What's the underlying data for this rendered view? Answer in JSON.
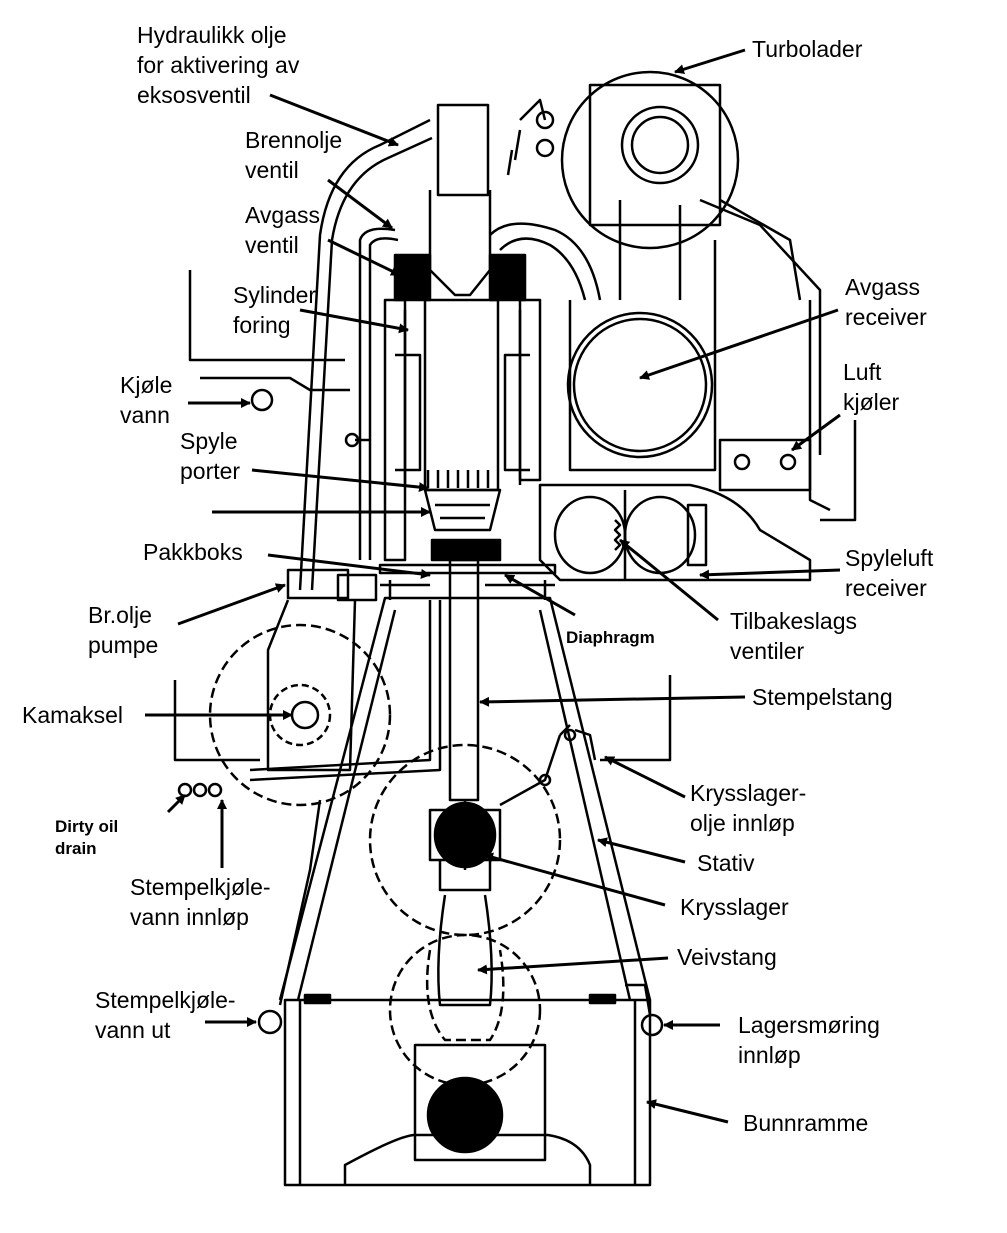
{
  "labels": {
    "hydraulic_oil": [
      "Hydraulikk olje",
      "for aktivering av",
      "eksosventil"
    ],
    "turbocharger": [
      "Turbolader"
    ],
    "fuel_valve": [
      "Brennolje",
      "ventil"
    ],
    "exhaust_valve": [
      "Avgass",
      "ventil"
    ],
    "cylinder_liner": [
      "Sylinder",
      "foring"
    ],
    "exhaust_receiver": [
      "Avgass",
      "receiver"
    ],
    "air_cooler": [
      "Luft",
      "kjøler"
    ],
    "cooling_water": [
      "Kjøle",
      "vann"
    ],
    "scavenge_ports": [
      "Spyle",
      "porter"
    ],
    "stuffing_box": [
      "Pakkboks"
    ],
    "scavenge_air_receiver": [
      "Spyleluft",
      "receiver"
    ],
    "fuel_pump": [
      "Br.olje",
      "pumpe"
    ],
    "diaphragm": [
      "Diaphragm"
    ],
    "non_return_valves": [
      "Tilbakeslags",
      "ventiler"
    ],
    "camshaft": [
      "Kamaksel"
    ],
    "piston_rod": [
      "Stempelstang"
    ],
    "crosshead_oil_inlet": [
      "Krysslager-",
      "olje innløp"
    ],
    "dirty_oil_drain": [
      "Dirty oil",
      "drain"
    ],
    "frame": [
      "Stativ"
    ],
    "piston_cooling_water_inlet": [
      "Stempelkjøle-",
      "vann innløp"
    ],
    "crosshead_bearing": [
      "Krysslager"
    ],
    "connecting_rod": [
      "Veivstang"
    ],
    "piston_cooling_water_out": [
      "Stempelkjøle-",
      "vann ut"
    ],
    "bearing_lubrication_inlet": [
      "Lagersmøring",
      "innløp"
    ],
    "bedplate": [
      "Bunnramme"
    ]
  },
  "colors": {
    "ink": "#000000",
    "paper": "#ffffff"
  }
}
